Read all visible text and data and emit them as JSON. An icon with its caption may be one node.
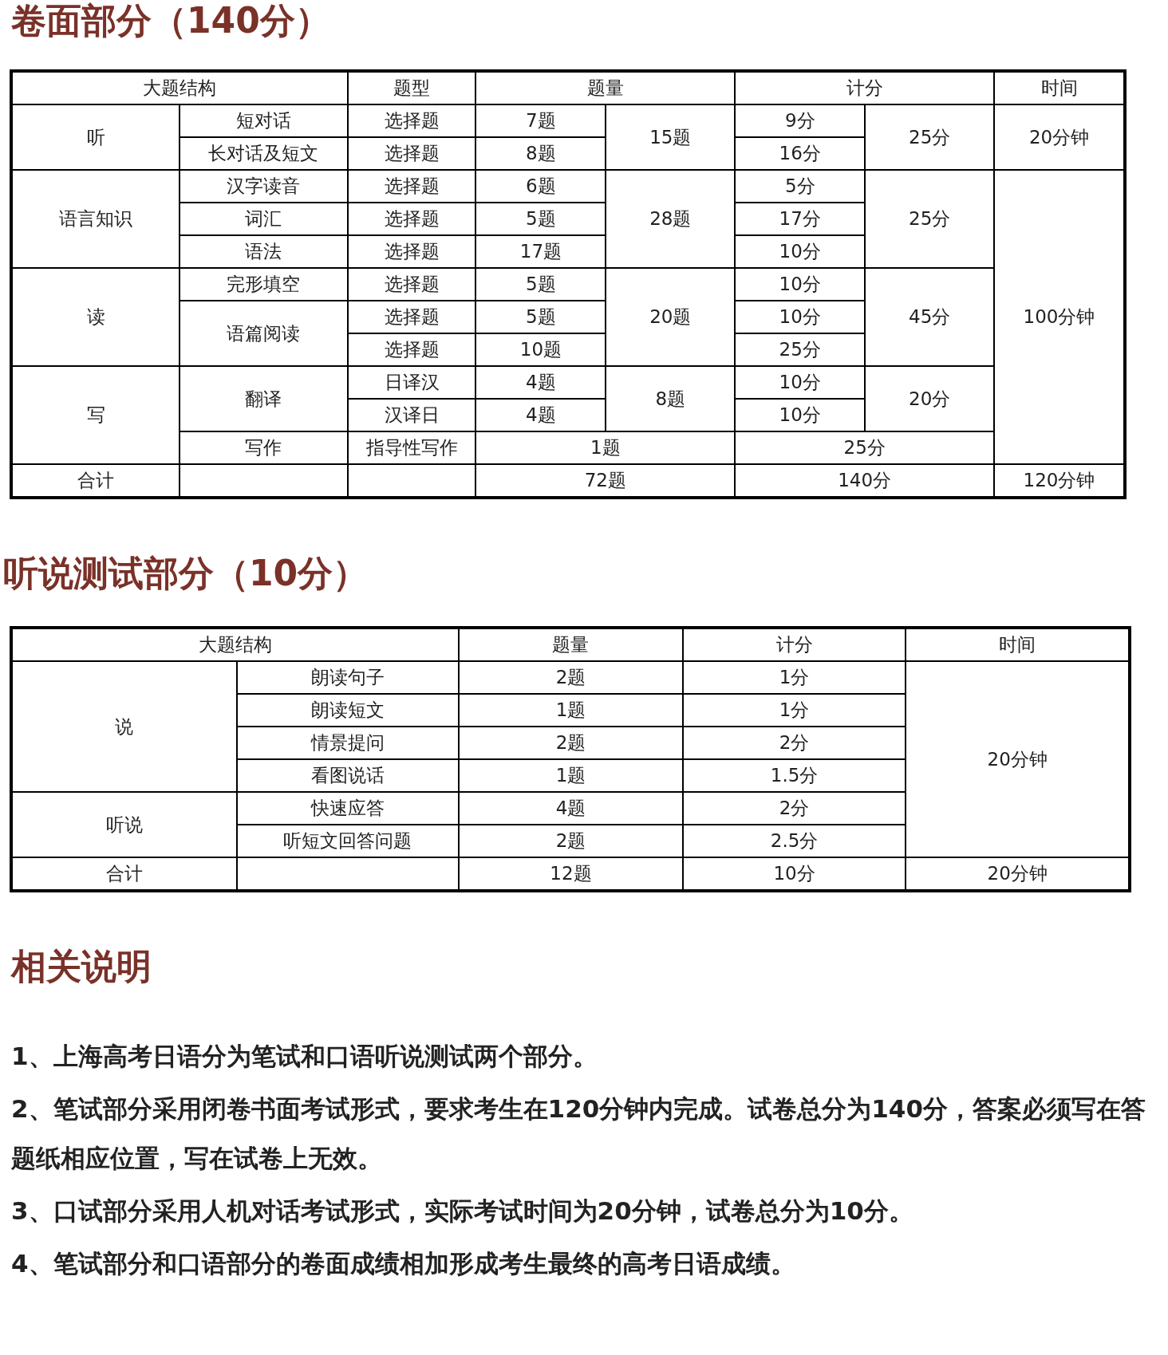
{
  "diagram": {
    "labels": [
      "卷面部分（140分）",
      "大题结构",
      "题型",
      "题量",
      "计分",
      "时间",
      "听",
      "短对话",
      "选择题",
      "7题",
      "15题",
      "9分",
      "25分",
      "20分钟",
      "长对话及短文",
      "选择题",
      "8题",
      "16分",
      "语言知识",
      "汉字读音",
      "选择题",
      "6题",
      "28题",
      "5分",
      "25分",
      "100分钟",
      "词汇",
      "选择题",
      "5题",
      "17分",
      "语法",
      "选择题",
      "17题",
      "10分",
      "读",
      "完形填空",
      "选择题",
      "5题",
      "20题",
      "10分",
      "45分",
      "语篇阅读",
      "选择题",
      "5题",
      "10分",
      "选择题",
      "10题",
      "25分",
      "写",
      "翻译",
      "日译汉",
      "4题",
      "8题",
      "10分",
      "20分",
      "汉译日",
      "4题",
      "10分",
      "写作",
      "指导性写作",
      "1题",
      "25分",
      "合计",
      "72题",
      "140分",
      "120分钟",
      "听说测试部分（10分）",
      "大题结构",
      "题量",
      "计分",
      "时间",
      "说",
      "朗读句子",
      "2题",
      "1分",
      "20分钟",
      "朗读短文",
      "1题",
      "1分",
      "情景提问",
      "2题",
      "2分",
      "看图说话",
      "1题",
      "1.5分",
      "听说",
      "快速应答",
      "4题",
      "2分",
      "听短文回答问题",
      "2题",
      "2.5分",
      "合计",
      "12题",
      "10分",
      "20分钟",
      "相关说明",
      "1、上海高考日语分为笔试和口语听说测试两个部分。",
      "2、笔试部分采用闭卷书面考试形式，要求考生在120分钟内完成。试卷总分为140分，答案必须写在答题纸相应位置，写在试卷上无效。",
      "3、口试部分采用人机对话考试形式，实际考试时间为20分钟，试卷总分为10分。",
      "4、笔试部分和口语部分的卷面成绩相加形成考生最终的高考日语成绩。"
    ]
  }
}
